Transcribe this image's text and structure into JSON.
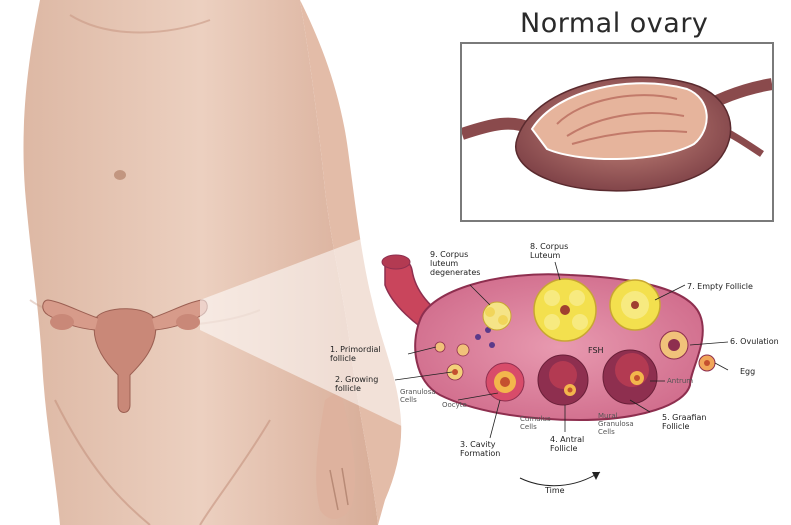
{
  "title": "Normal ovary",
  "labels": {
    "corpus_degenerates": "9. Corpus\nluteum\ndegenerates",
    "corpus_luteum": "8. Corpus\nLuteum",
    "empty_follicle": "7. Empty Follicle",
    "ovulation": "6. Ovulation",
    "primordial_follicle": "1. Primordial\nfollicle",
    "growing_follicle": "2. Growing\nfollicle",
    "granulosa_cells": "Granulosa\nCells",
    "oocyte": "Oocyte",
    "cavity_formation": "3. Cavity\nFormation",
    "cumulus_cells": "Cumulus\nCells",
    "antral_follicle": "4. Antral\nFollicle",
    "mural_granulosa": "Mural\nGranulosa\nCells",
    "graafian_follicle": "5. Graafian\nFollicle",
    "antrum": "Antrum",
    "fsh": "FSH",
    "egg": "Egg",
    "time": "Time"
  },
  "colors": {
    "skin": "#e8c7b4",
    "skin_shadow": "#c99a86",
    "ovary_tissue": "#d9799a",
    "ovary_edge": "#8e2f4f",
    "corpus_luteum": "#f3e04e",
    "tube": "#c9455c",
    "inset_ovary": "#9b5b5a"
  }
}
